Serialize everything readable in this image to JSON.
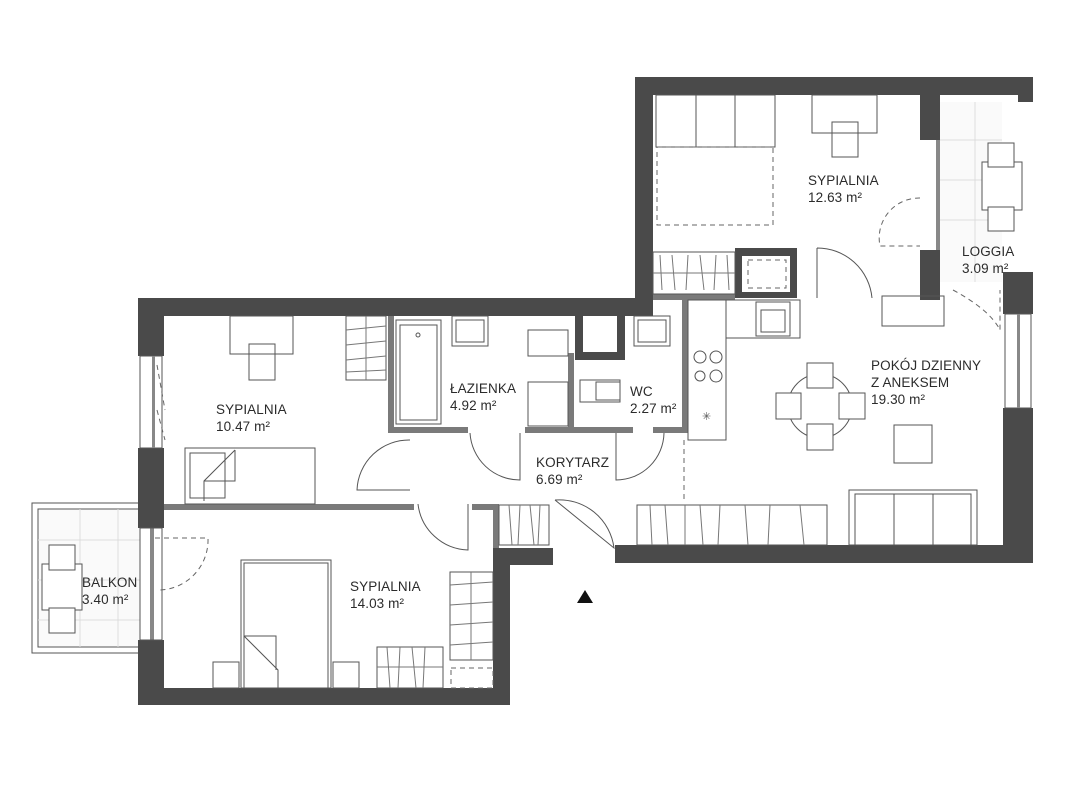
{
  "plan": {
    "entrance_marker": "entrance-triangle",
    "wall_color": "#4a4a4a",
    "interior_wall_color": "#7a7a7a",
    "rooms": [
      {
        "name": "SYPIALNIA",
        "area": "12.63 m²"
      },
      {
        "name": "LOGGIA",
        "area": "3.09 m²"
      },
      {
        "name": "SYPIALNIA",
        "area": "10.47 m²"
      },
      {
        "name": "ŁAZIENKA",
        "area": "4.92 m²"
      },
      {
        "name": "WC",
        "area": "2.27 m²"
      },
      {
        "name": "POKÓJ DZIENNY",
        "name2": "Z ANEKSEM",
        "area": "19.30 m²"
      },
      {
        "name": "KORYTARZ",
        "area": "6.69 m²"
      },
      {
        "name": "BALKON",
        "area": "3.40 m²"
      },
      {
        "name": "SYPIALNIA",
        "area": "14.03 m²"
      }
    ]
  }
}
